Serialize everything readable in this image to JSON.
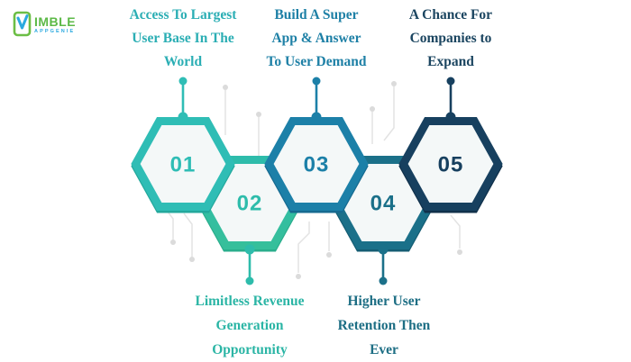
{
  "logo": {
    "text": "IMBLE",
    "subtext": "APPGENIE",
    "phone_color": "#6cbe45",
    "check_color": "#2aa9df"
  },
  "colors": {
    "hex_fill": "#f4f8f8",
    "background": "#ffffff",
    "deco_line": "#e3e3e3",
    "deco_dot": "#dbdbdb"
  },
  "steps": [
    {
      "number": "01",
      "color": "#2fbdb5",
      "dark": "#23a89c",
      "label_color": "#2baeb4",
      "position": "top",
      "label_lines": [
        "Access To Largest",
        "User Base In The",
        "World"
      ]
    },
    {
      "number": "02",
      "color": "#2ebcab",
      "color2": "#36bf9b",
      "dark": "#2aae8c",
      "label_color": "#2bb5a5",
      "position": "bottom",
      "label_lines": [
        "Limitless Revenue",
        "Generation",
        "Opportunity"
      ]
    },
    {
      "number": "03",
      "color": "#1c80a8",
      "dark": "#166a90",
      "label_color": "#1e80a6",
      "position": "top",
      "label_lines": [
        "Build A Super",
        "App & Answer",
        "To User Demand"
      ]
    },
    {
      "number": "04",
      "color": "#1b7089",
      "dark": "#155d73",
      "label_color": "#1d6e84",
      "position": "bottom",
      "label_lines": [
        "Higher User",
        "Retention Then",
        "Ever"
      ]
    },
    {
      "number": "05",
      "color": "#17405f",
      "dark": "#10304a",
      "label_color": "#1b4560",
      "position": "top",
      "label_lines": [
        "A Chance For",
        "Companies to",
        "Expand"
      ]
    }
  ]
}
